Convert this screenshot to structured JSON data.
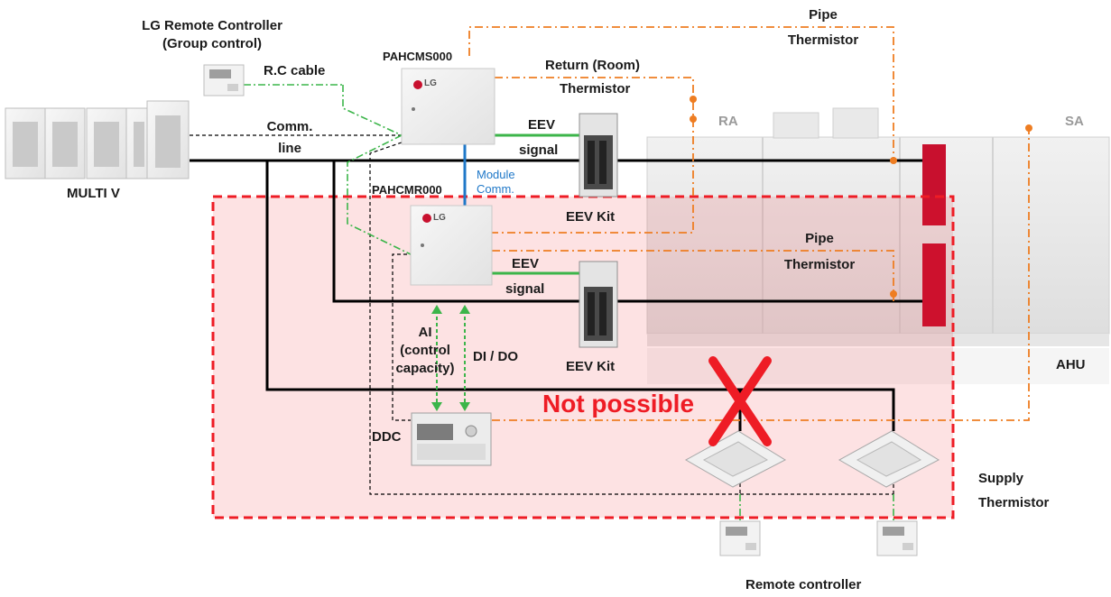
{
  "labels": {
    "lg_remote": "LG Remote Controller",
    "group_control": "(Group control)",
    "rc_cable": "R.C cable",
    "pahcms": "PAHCMS000",
    "pahcmr": "PAHCMR000",
    "comm_line_1": "Comm.",
    "comm_line_2": "line",
    "multi_v": "MULTI V",
    "module_comm_1": "Module",
    "module_comm_2": "Comm.",
    "eev_1": "EEV",
    "signal_1": "signal",
    "eev_2": "EEV",
    "signal_2": "signal",
    "eev_kit_1": "EEV Kit",
    "eev_kit_2": "EEV Kit",
    "return_thermistor_1": "Return (Room)",
    "return_thermistor_2": "Thermistor",
    "pipe_top_1": "Pipe",
    "pipe_top_2": "Thermistor",
    "pipe_mid_1": "Pipe",
    "pipe_mid_2": "Thermistor",
    "ra": "RA",
    "sa": "SA",
    "ahu": "AHU",
    "ai_1": "AI",
    "ai_2": "(control",
    "ai_3": "capacity)",
    "dido": "DI / DO",
    "ddc": "DDC",
    "not_possible": "Not possible",
    "supply_1": "Supply",
    "supply_2": "Thermistor",
    "remote_controller": "Remote controller",
    "lg_logo": "LG"
  },
  "colors": {
    "refrigerant_line": "#000000",
    "comm_line": "#000000",
    "rc_cable": "#3cb54a",
    "module_comm": "#1f78c8",
    "thermistor": "#ee7d22",
    "zone_border": "#ee1c25",
    "zone_fill": "#fde3e3",
    "coil": "#c8102e"
  }
}
